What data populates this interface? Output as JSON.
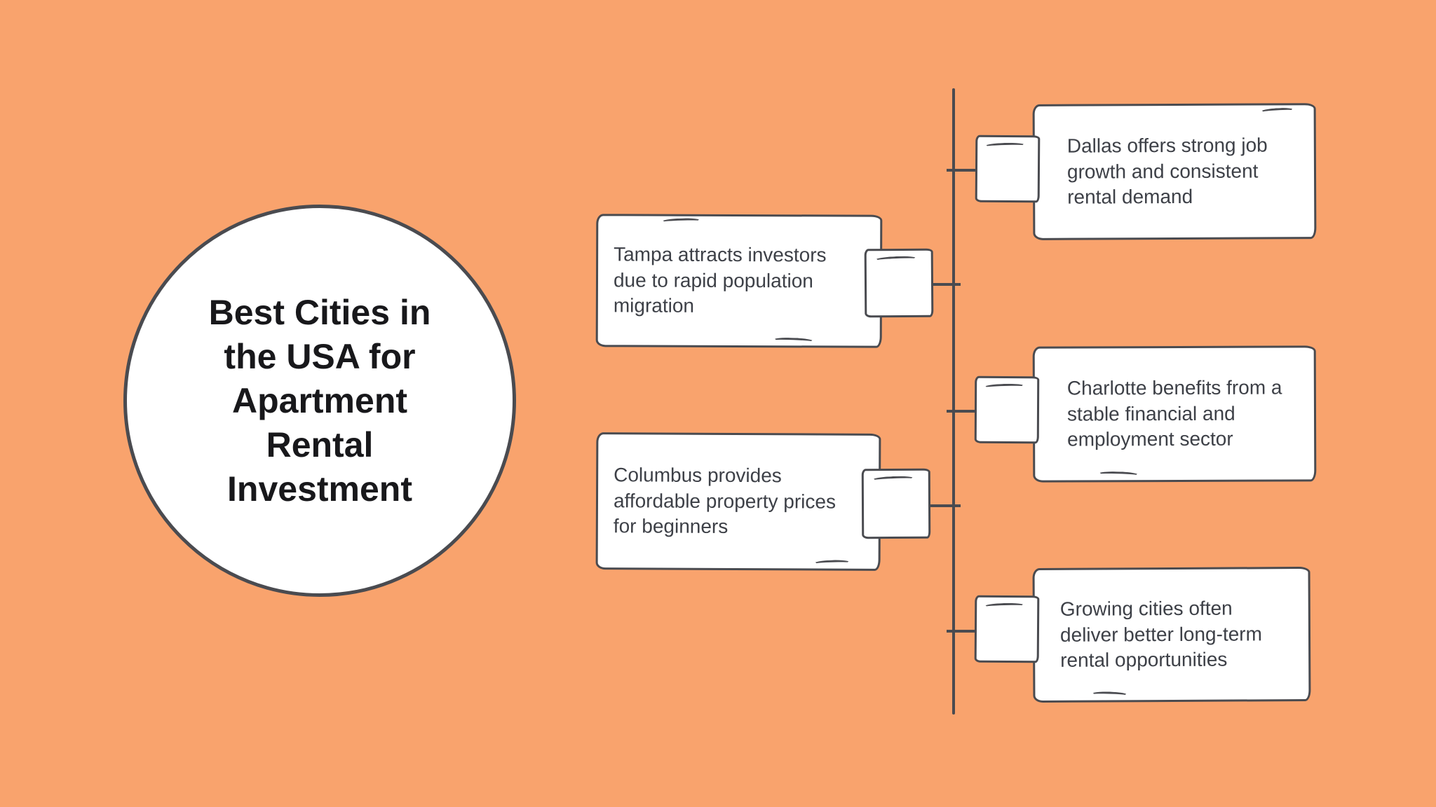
{
  "colors": {
    "background": "#F9A36D",
    "stroke": "#4A4B50",
    "node_bg": "#FFFFFF",
    "node_text": "#3D4047",
    "title_text": "#18181B"
  },
  "central": {
    "title": "Best Cities in the USA for Apartment Rental Investment",
    "title_lines": [
      "Best Cities in",
      "the USA for",
      "Apartment",
      "Rental",
      "Investment"
    ]
  },
  "nodes": [
    {
      "id": "dallas",
      "side": "right",
      "text": "Dallas offers strong job growth and consistent rental demand"
    },
    {
      "id": "tampa",
      "side": "left",
      "text": "Tampa attracts investors due to rapid population migration"
    },
    {
      "id": "charlotte",
      "side": "right",
      "text": "Charlotte benefits from a stable financial and employment sector"
    },
    {
      "id": "columbus",
      "side": "left",
      "text": "Columbus provides affordable property prices for beginners"
    },
    {
      "id": "growing",
      "side": "right",
      "text": "Growing cities often deliver better long-term rental opportunities"
    }
  ]
}
